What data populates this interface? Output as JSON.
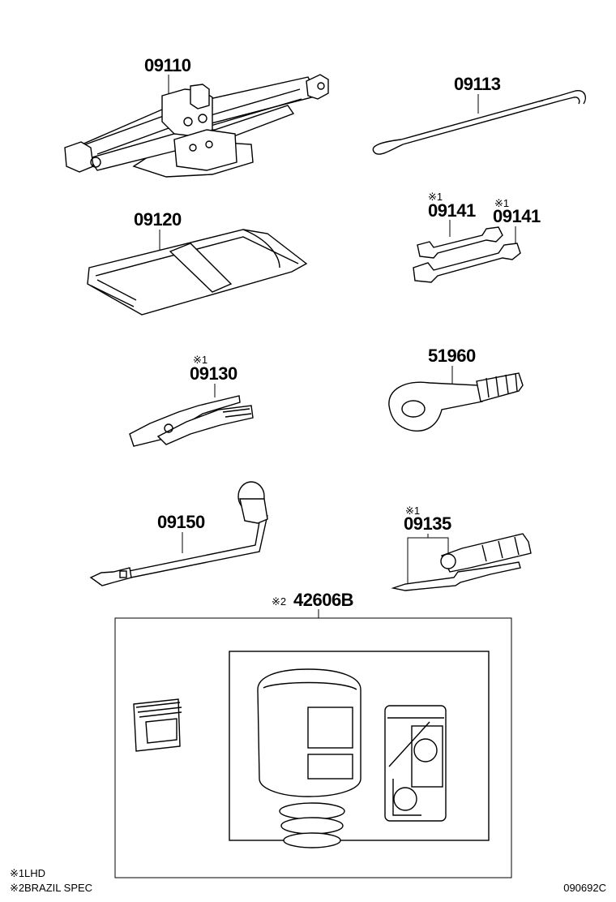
{
  "parts": [
    {
      "id": "jack",
      "number": "09110",
      "note": ""
    },
    {
      "id": "jack-handle",
      "number": "09113",
      "note": ""
    },
    {
      "id": "tool-bag",
      "number": "09120",
      "note": ""
    },
    {
      "id": "wrench-1",
      "number": "09141",
      "note": "※1"
    },
    {
      "id": "wrench-2",
      "number": "09141",
      "note": "※1"
    },
    {
      "id": "pliers",
      "number": "09130",
      "note": "※1"
    },
    {
      "id": "towing-eye",
      "number": "51960",
      "note": ""
    },
    {
      "id": "lug-wrench",
      "number": "09150",
      "note": ""
    },
    {
      "id": "screwdriver",
      "number": "09135",
      "note": "※1"
    },
    {
      "id": "repair-kit",
      "number": "42606B",
      "note": "※2"
    }
  ],
  "legend": [
    {
      "mark": "※1",
      "text": "LHD"
    },
    {
      "mark": "※2",
      "text": "BRAZIL SPEC"
    }
  ],
  "diagram_code": "090692C"
}
